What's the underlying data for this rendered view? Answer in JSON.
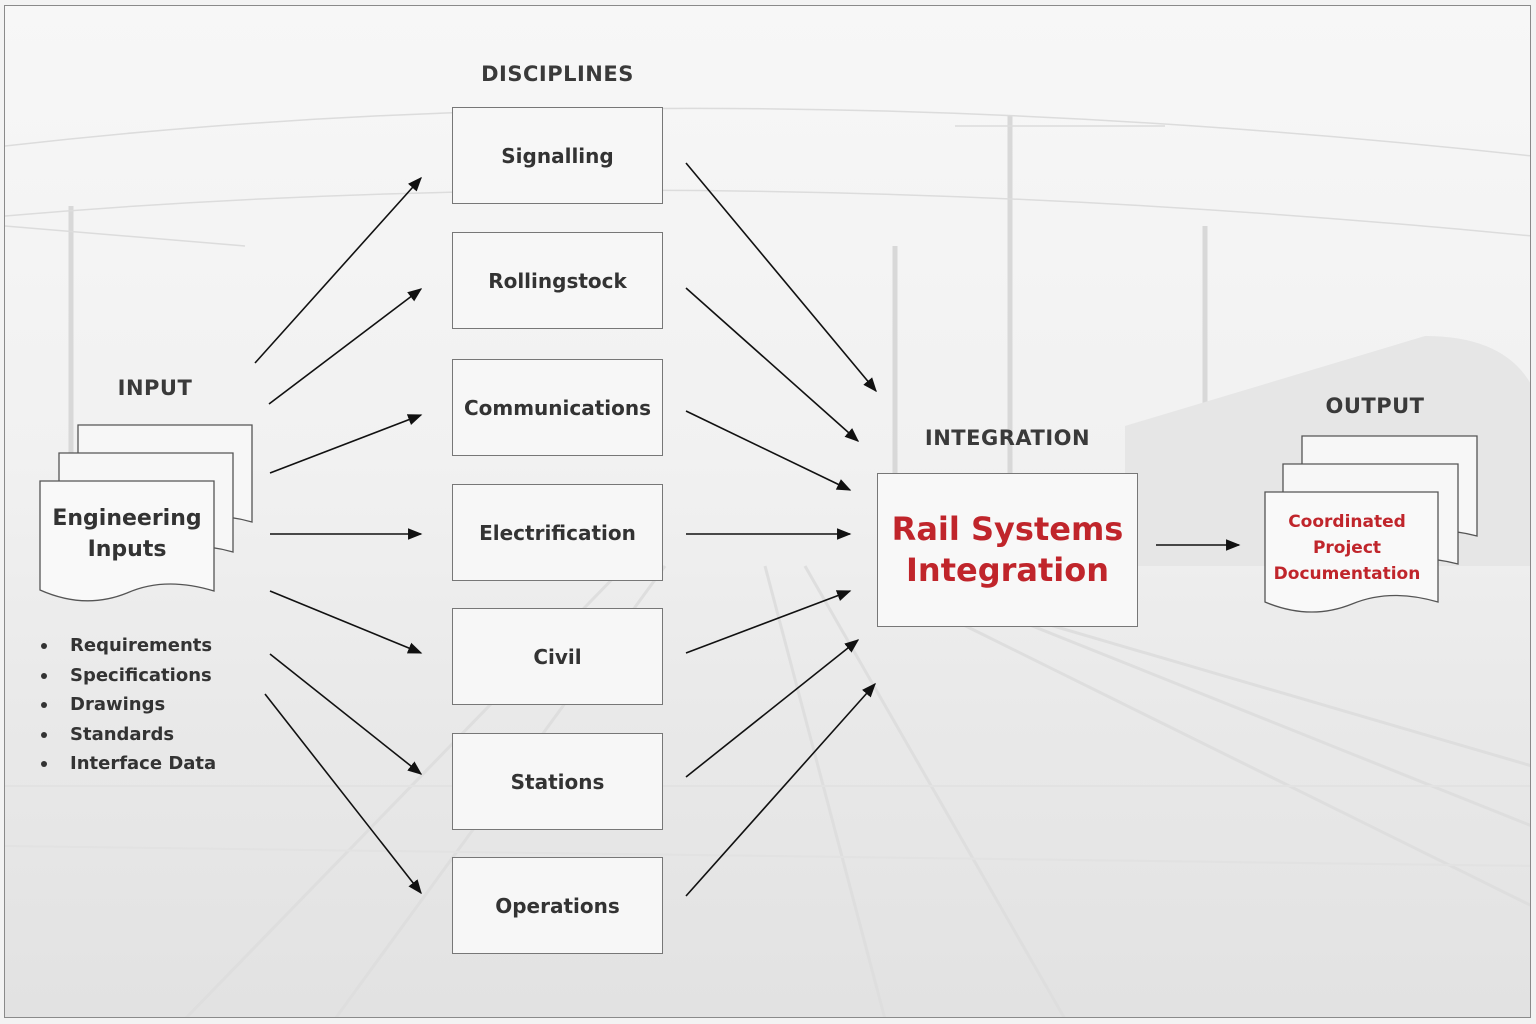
{
  "headings": {
    "disciplines": "DISCIPLINES",
    "input": "INPUT",
    "integration": "INTEGRATION",
    "output": "OUTPUT"
  },
  "input": {
    "doc_label": "Engineering Inputs",
    "items": [
      "Requirements",
      "Specifications",
      "Drawings",
      "Standards",
      "Interface Data"
    ]
  },
  "disciplines": [
    "Signalling",
    "Rollingstock",
    "Communications",
    "Electrification",
    "Civil",
    "Stations",
    "Operations"
  ],
  "integration": {
    "label": "Rail Systems Integration"
  },
  "output": {
    "doc_label": "Coordinated Project Documentation"
  },
  "colors": {
    "accent": "#c0252b",
    "text": "#333333",
    "border": "#777777"
  }
}
